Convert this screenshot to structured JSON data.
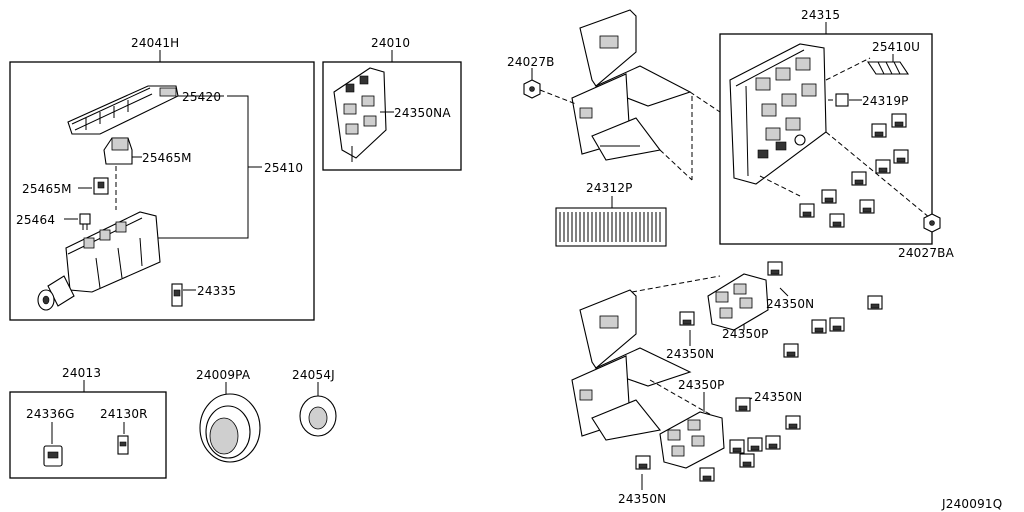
{
  "diagram_code": "J240091Q",
  "labels": {
    "p24041H": "24041H",
    "p25420": "25420",
    "p25465M_a": "25465M",
    "p25465M_b": "25465M",
    "p25410": "25410",
    "p25464": "25464",
    "p24335": "24335",
    "p24010": "24010",
    "p24350NA": "24350NA",
    "p24027B": "24027B",
    "p24312P": "24312P",
    "p24315": "24315",
    "p25410U": "25410U",
    "p24319P": "24319P",
    "p24027BA": "24027BA",
    "p24013": "24013",
    "p24336G": "24336G",
    "p24130R": "24130R",
    "p24009PA": "24009PA",
    "p24054J": "24054J",
    "p24350N_a": "24350N",
    "p24350P_a": "24350P",
    "p24350N_b": "24350N",
    "p24350P_b": "24350P",
    "p24350N_c": "24350N",
    "p24350N_d": "24350N"
  }
}
